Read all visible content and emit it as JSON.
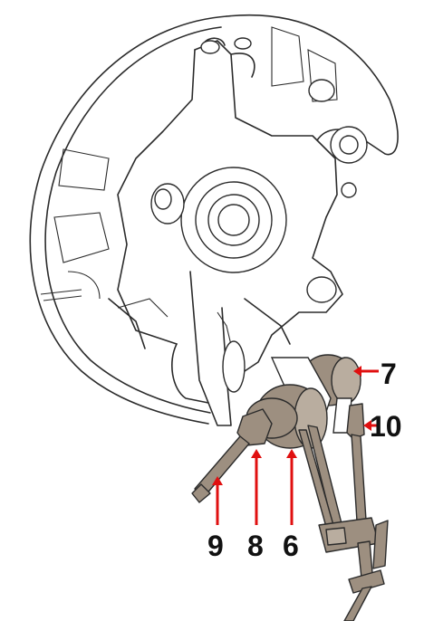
{
  "colors": {
    "arrow": "#e01010",
    "tool": "#9d8f80",
    "outline": "#2b2b2b"
  },
  "callouts": [
    {
      "id": "7",
      "label": "7"
    },
    {
      "id": "10",
      "label": "10"
    },
    {
      "id": "9",
      "label": "9"
    },
    {
      "id": "8",
      "label": "8"
    },
    {
      "id": "6",
      "label": "6"
    }
  ]
}
